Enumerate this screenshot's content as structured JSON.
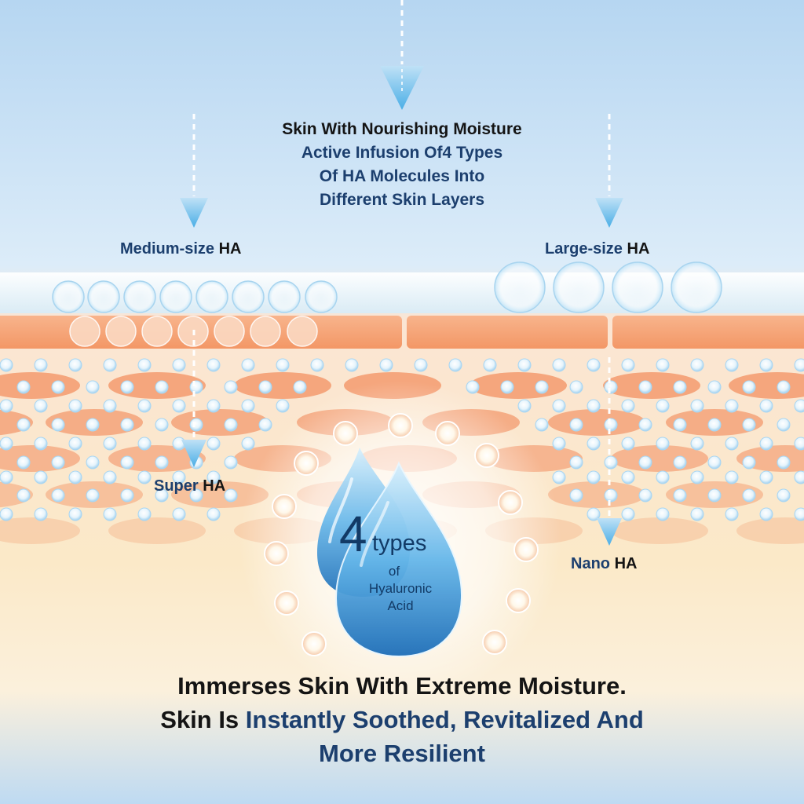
{
  "header": {
    "title": "Skin With Nourishing Moisture",
    "subtitle_lines": [
      "Active Infusion Of4 Types",
      "Of HA Molecules Into",
      "Different Skin Layers"
    ]
  },
  "labels": {
    "medium": {
      "size": "Medium-size",
      "ha": "HA"
    },
    "large": {
      "size": "Large-size",
      "ha": "HA"
    },
    "super": {
      "size": "Super",
      "ha": "HA"
    },
    "nano": {
      "size": "Nano",
      "ha": "HA"
    }
  },
  "badge": {
    "number": "4",
    "word": "types",
    "of": "of",
    "line1": "Hyaluronic",
    "line2": "Acid"
  },
  "footer": {
    "line1": "Immerses Skin With Extreme Moisture.",
    "line2_lead": "Skin Is",
    "line2_rest": "Instantly Soothed, Revitalized And",
    "line3": "More Resilient"
  },
  "colors": {
    "sky_top": "#b8d8f2",
    "skin_stripe": "#f6a77e",
    "molecule": "#bfe3f7",
    "navy_text": "#1c3f6e",
    "dark_text": "#141414"
  }
}
